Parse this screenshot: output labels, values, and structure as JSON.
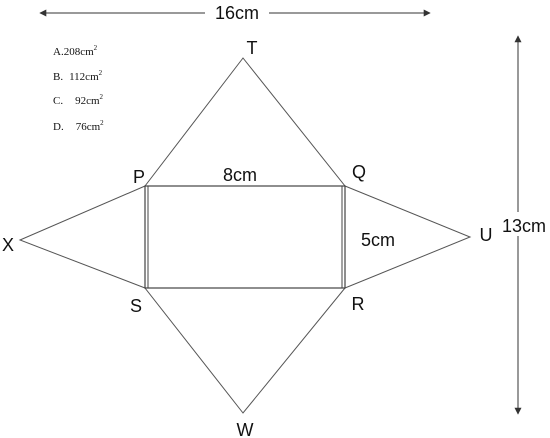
{
  "dimensions": {
    "width": "16cm",
    "height": "13cm",
    "rect_length": "8cm",
    "rect_width": "5cm"
  },
  "vertices": {
    "T": "T",
    "P": "P",
    "Q": "Q",
    "R": "R",
    "S": "S",
    "U": "U",
    "W": "W",
    "X": "X"
  },
  "options": [
    {
      "prefix": "A.",
      "value": "208cm",
      "unit_exp": "2"
    },
    {
      "prefix": "B.",
      "value": "112cm",
      "unit_exp": "2"
    },
    {
      "prefix": "C.",
      "value": "92cm",
      "unit_exp": "2"
    },
    {
      "prefix": "D.",
      "value": "76cm",
      "unit_exp": "2"
    }
  ],
  "colors": {
    "shape_stroke": "#555555",
    "arrow_stroke": "#333333",
    "text": "#111111"
  }
}
